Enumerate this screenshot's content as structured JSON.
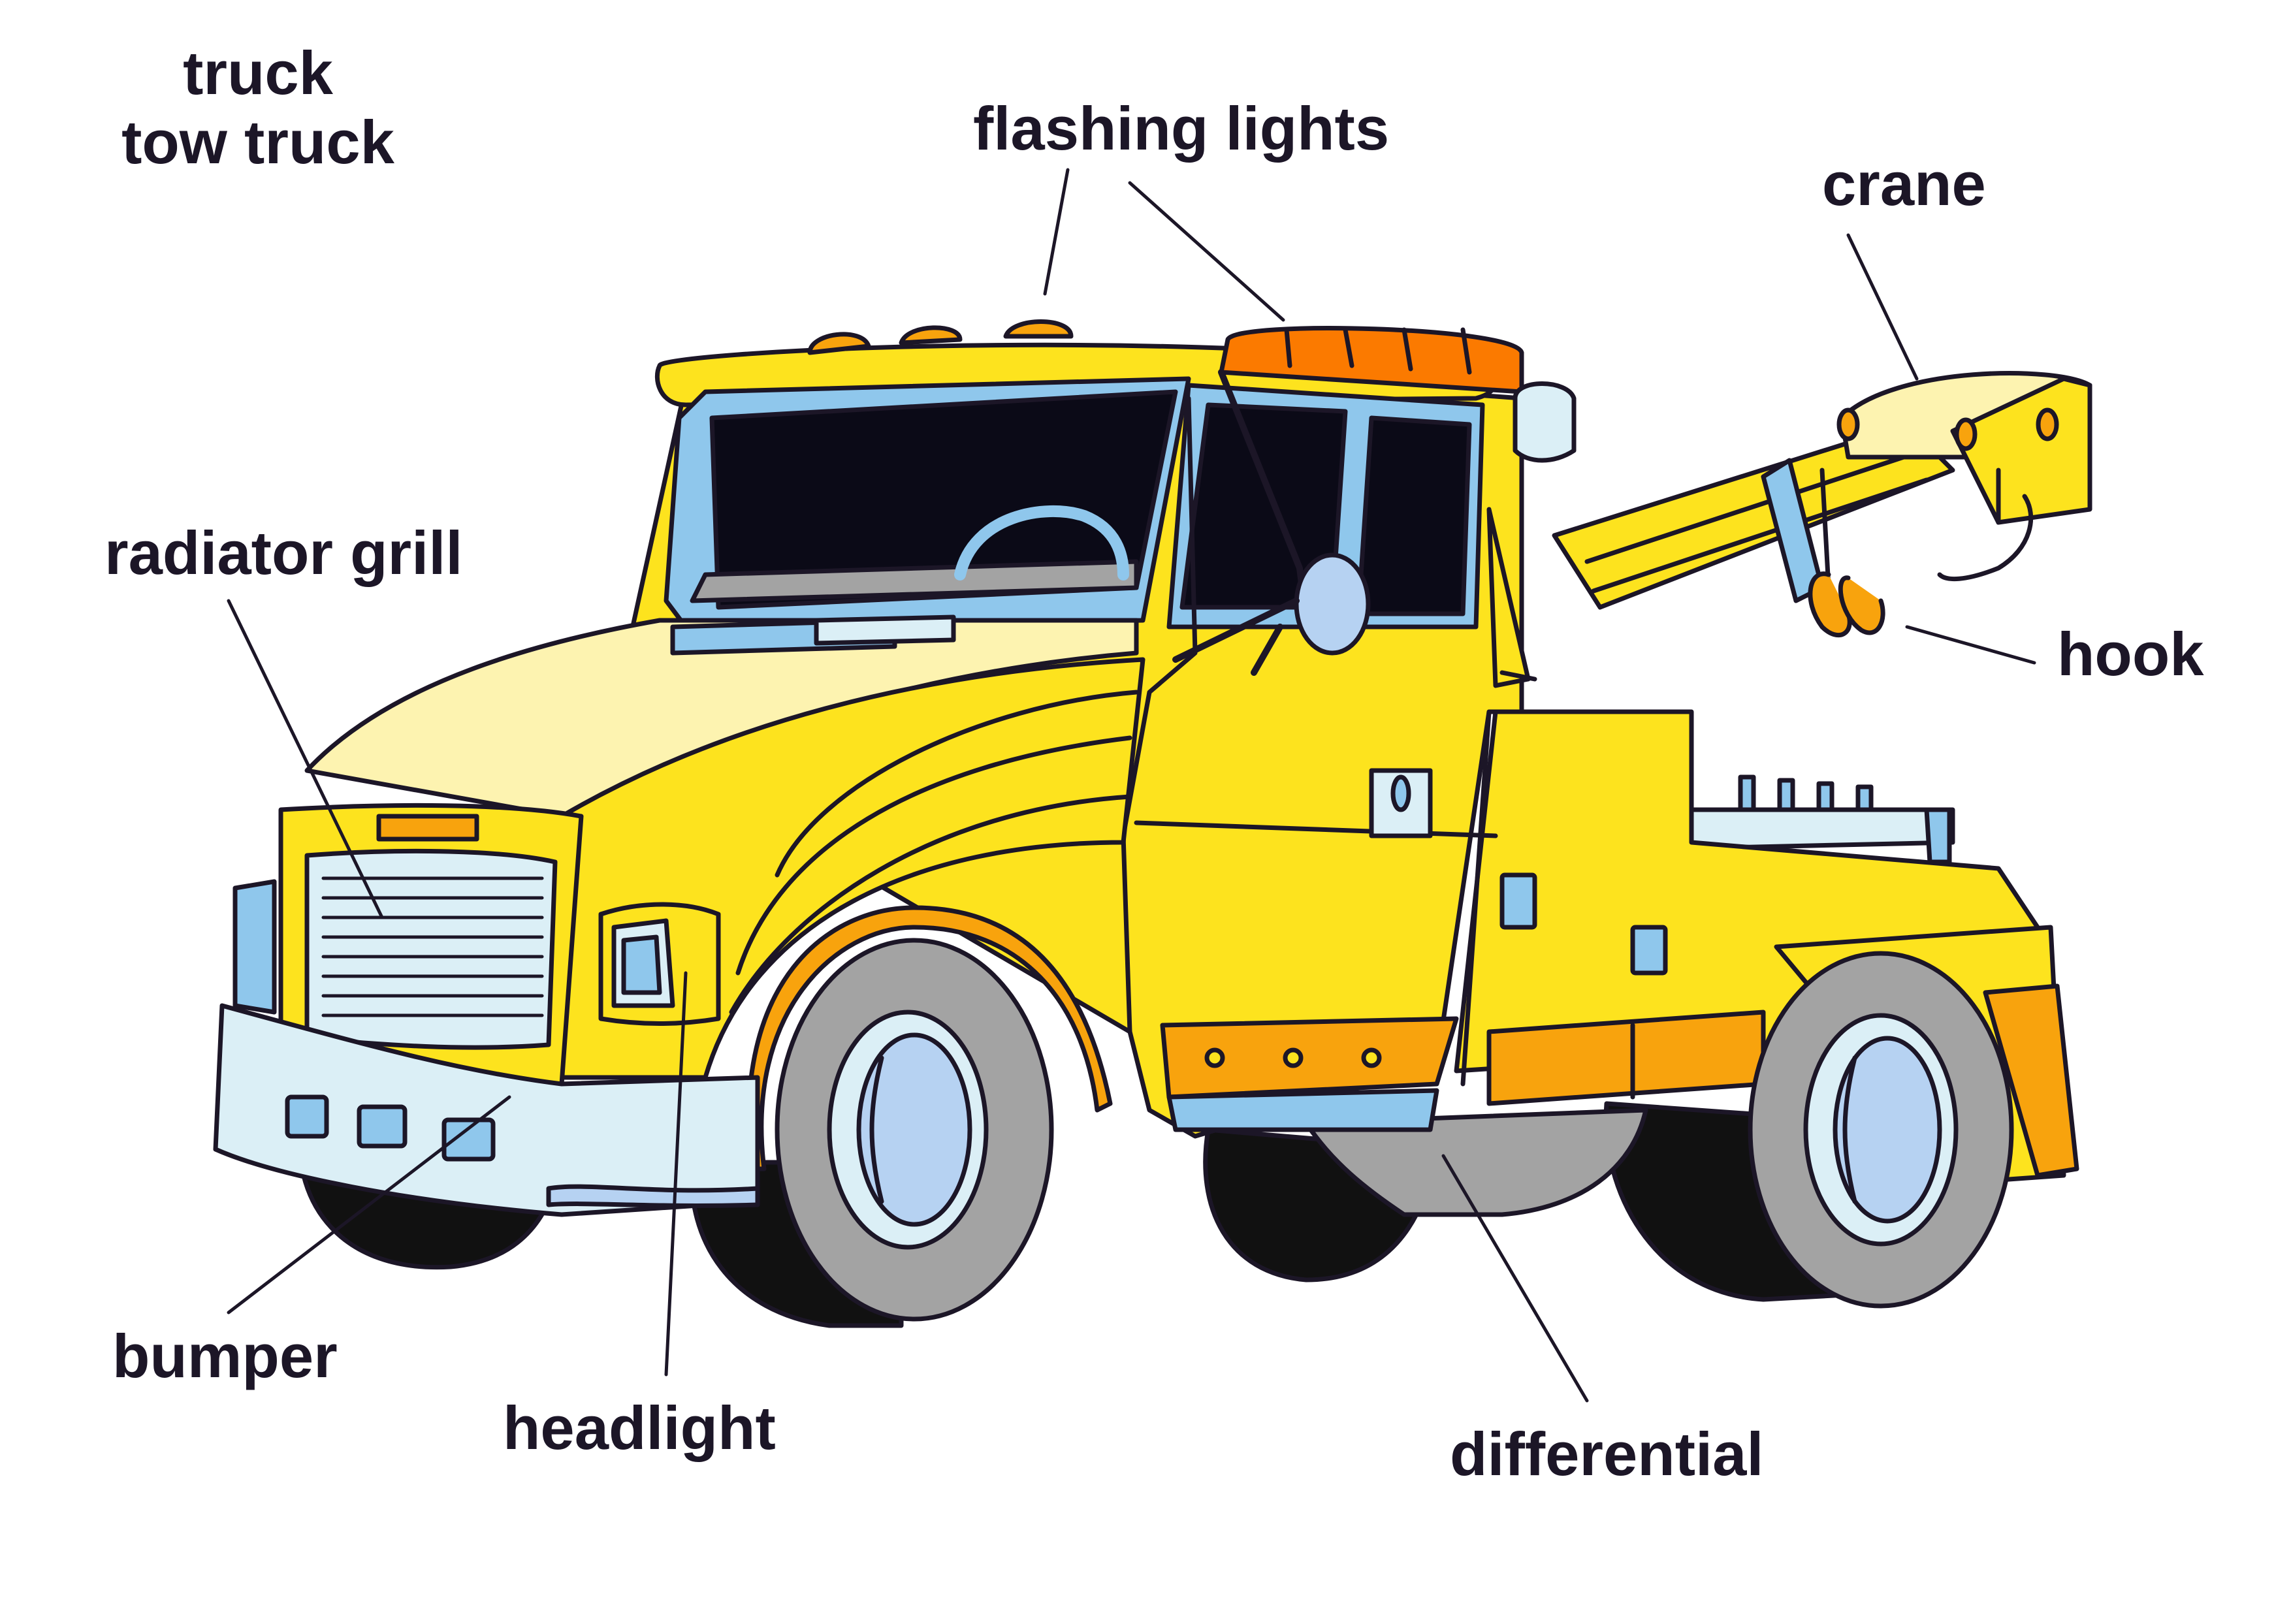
{
  "title": {
    "line1": "truck",
    "line2": "tow truck"
  },
  "labels": {
    "flashing_lights": "flashing lights",
    "crane": "crane",
    "radiator_grill": "radiator grill",
    "hook": "hook",
    "bumper": "bumper",
    "headlight": "headlight",
    "differential": "differential"
  },
  "colors": {
    "body": "#fde31e",
    "hood": "#fdf3b0",
    "orange_trim": "#f8a30d",
    "beacon": "#fb7a00",
    "window": "#0b0a17",
    "chrome": "#dbeff6",
    "light_blue": "#8fc7ec",
    "tire": "#a3a3a3",
    "tire_shadow": "#111111",
    "hub": "#b6d2f2",
    "ink": "#1c1627"
  }
}
